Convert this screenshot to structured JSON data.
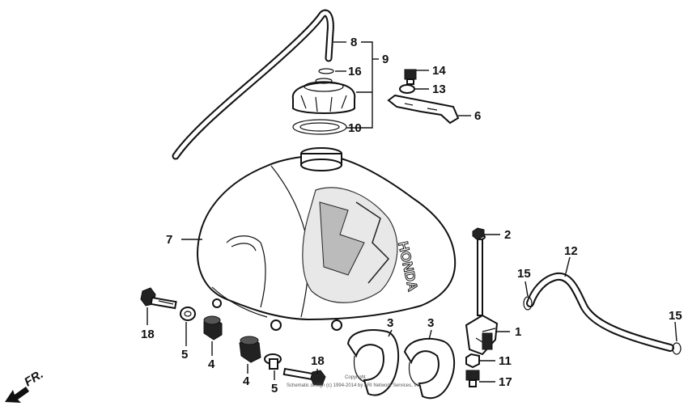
{
  "callouts": {
    "c1": "1",
    "c2": "2",
    "c3a": "3",
    "c3b": "3",
    "c4a": "4",
    "c4b": "4",
    "c5a": "5",
    "c5b": "5",
    "c6": "6",
    "c7": "7",
    "c8": "8",
    "c9": "9",
    "c10": "10",
    "c11": "11",
    "c12": "12",
    "c13": "13",
    "c14": "14",
    "c15a": "15",
    "c15b": "15",
    "c16": "16",
    "c17": "17",
    "c18a": "18",
    "c18b": "18"
  },
  "direction_label": "FR.",
  "tank_brand": "HONDA",
  "copyright_line1": "Copyright",
  "copyright_line2": "Schematic design (c) 1994-2014 by ARI Network Services, Inc."
}
